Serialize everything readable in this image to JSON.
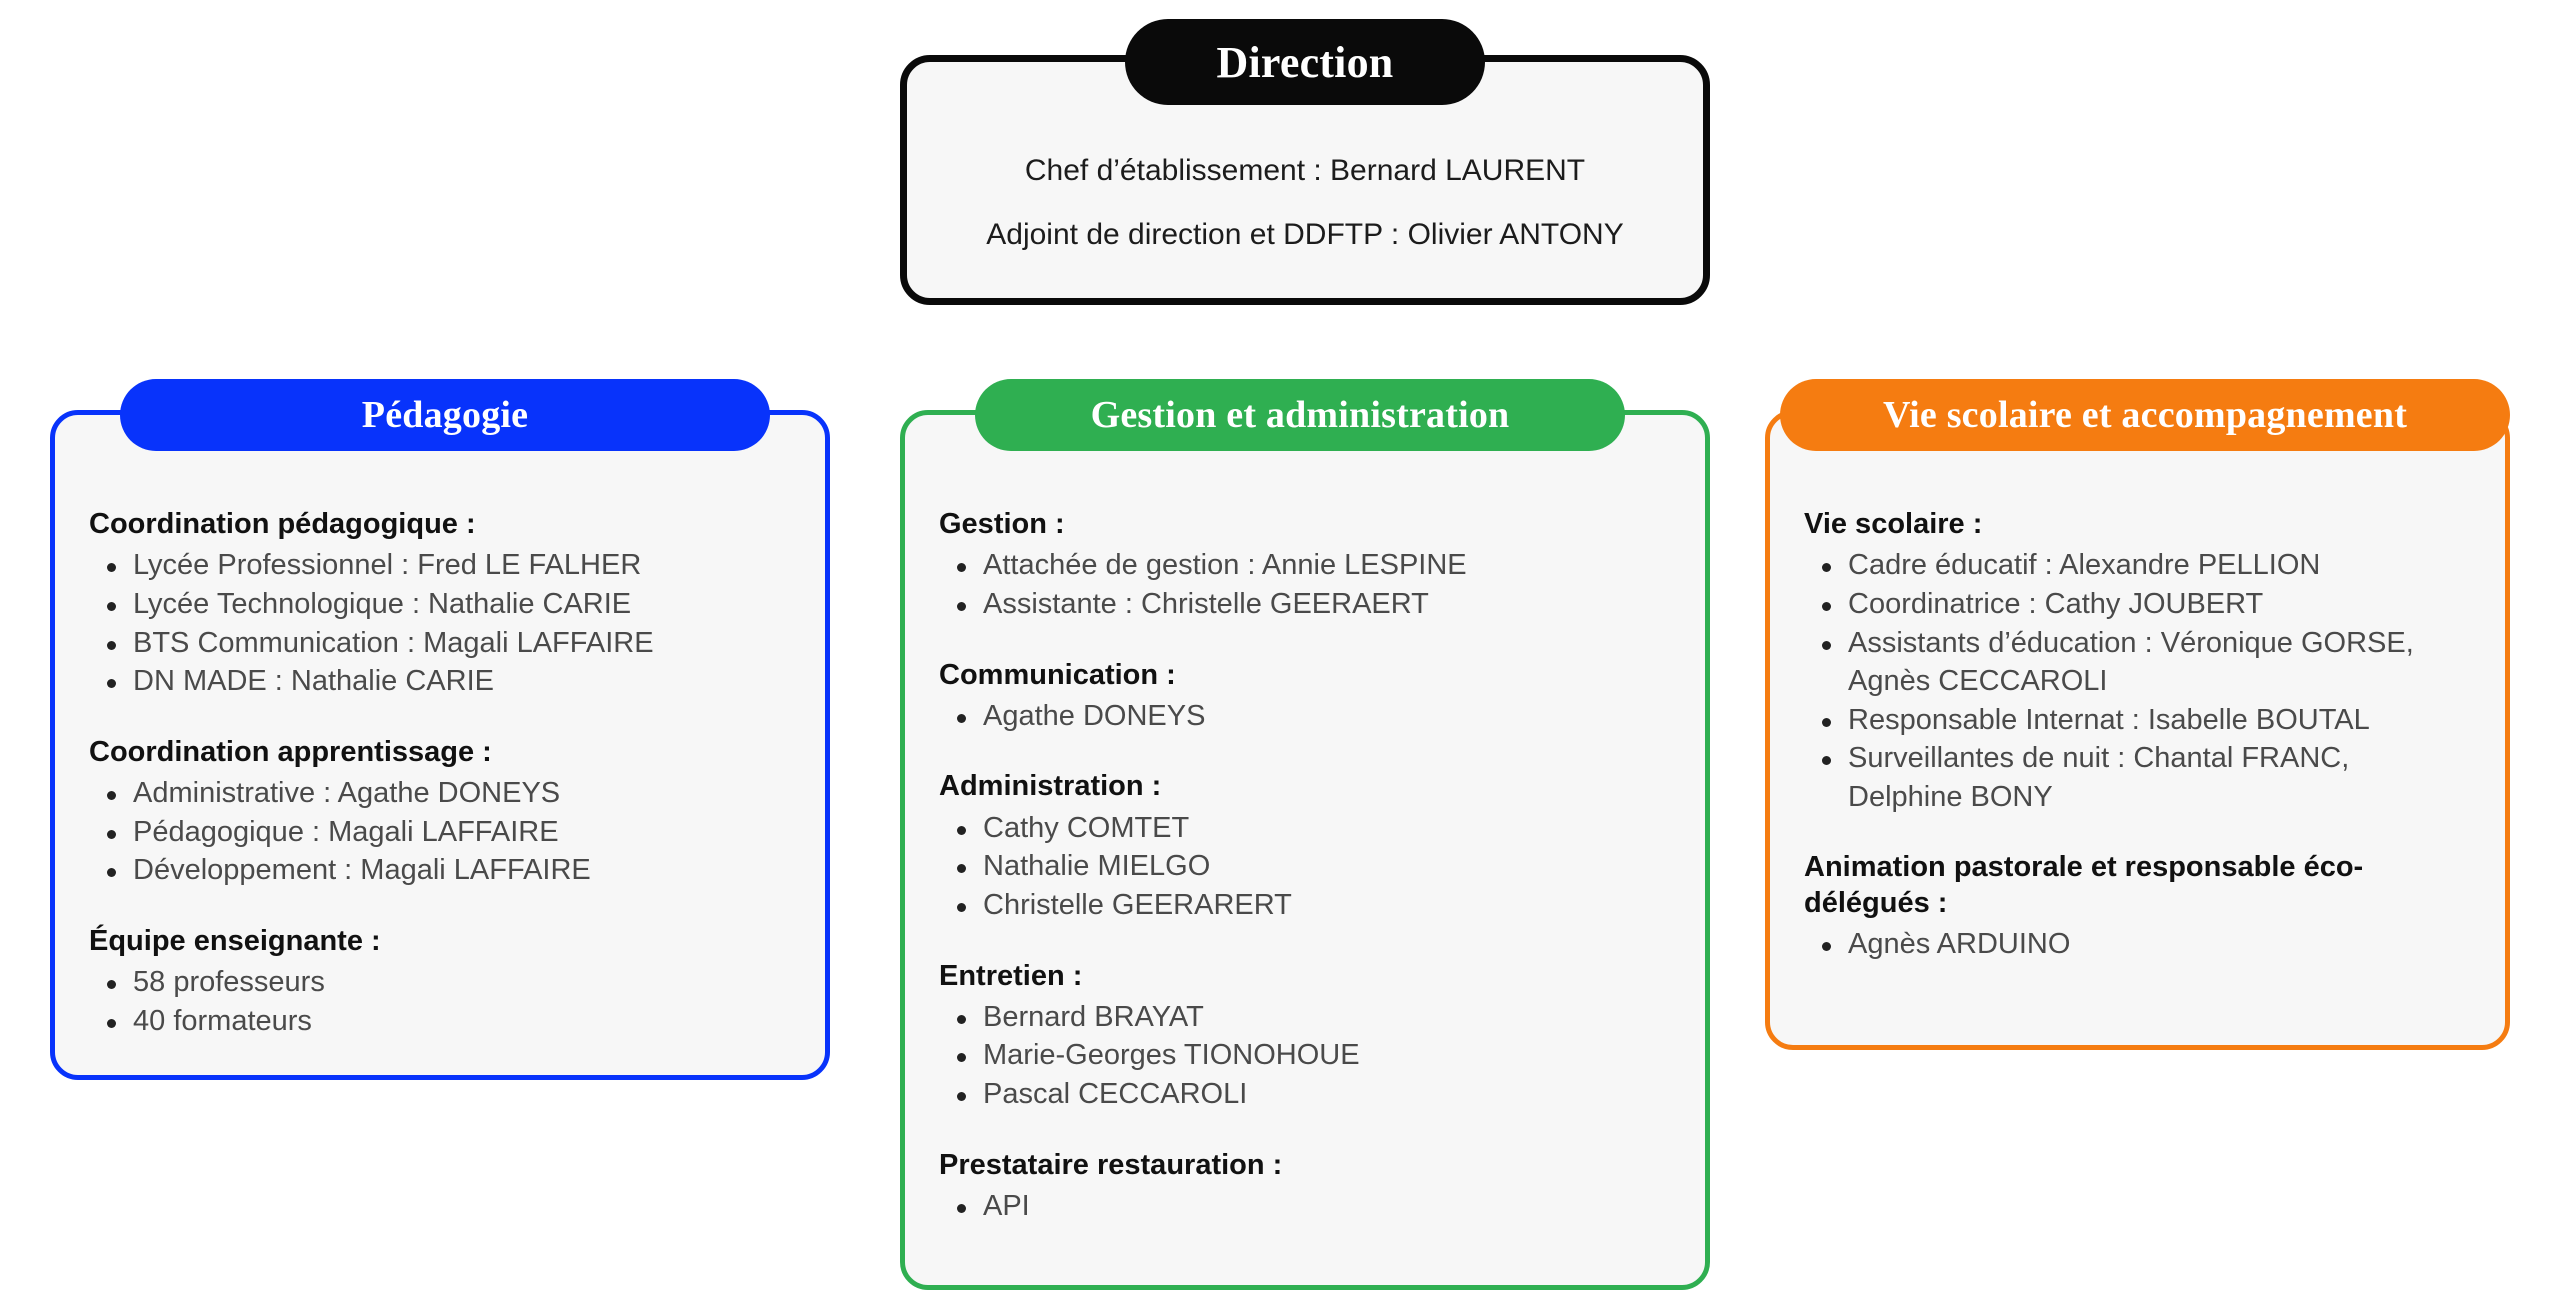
{
  "colors": {
    "direction": "#0A0A0A",
    "pedagogie": "#0833FB",
    "gestion": "#2FAF51",
    "vie_scolaire": "#F57C11",
    "card_background": "#F7F7F7",
    "page_background": "#FFFFFF",
    "body_text": "#4A4A4A",
    "heading_text": "#111111"
  },
  "direction": {
    "title": "Direction",
    "lines": [
      "Chef d’établissement : Bernard LAURENT",
      "Adjoint de direction et DDFTP : Olivier ANTONY"
    ]
  },
  "columns": [
    {
      "id": "pedagogie",
      "title": "Pédagogie",
      "groups": [
        {
          "title": "Coordination pédagogique :",
          "items": [
            "Lycée Professionnel : Fred LE FALHER",
            "Lycée Technologique : Nathalie CARIE",
            "BTS Communication : Magali LAFFAIRE",
            "DN MADE : Nathalie CARIE"
          ]
        },
        {
          "title": "Coordination apprentissage :",
          "items": [
            "Administrative : Agathe DONEYS",
            "Pédagogique : Magali LAFFAIRE",
            "Développement : Magali LAFFAIRE"
          ]
        },
        {
          "title": "Équipe enseignante :",
          "items": [
            "58 professeurs",
            "40 formateurs"
          ]
        }
      ]
    },
    {
      "id": "gestion",
      "title": "Gestion et administration",
      "groups": [
        {
          "title": "Gestion :",
          "items": [
            "Attachée de gestion : Annie LESPINE",
            "Assistante : Christelle GEERAERT"
          ]
        },
        {
          "title": "Communication :",
          "items": [
            "Agathe DONEYS"
          ]
        },
        {
          "title": "Administration :",
          "items": [
            "Cathy COMTET",
            "Nathalie MIELGO",
            "Christelle GEERARERT"
          ]
        },
        {
          "title": "Entretien :",
          "items": [
            "Bernard BRAYAT",
            "Marie-Georges TIONOHOUE",
            "Pascal CECCAROLI"
          ]
        },
        {
          "title": "Prestataire restauration :",
          "items": [
            "API"
          ]
        }
      ]
    },
    {
      "id": "vie_scolaire",
      "title": "Vie scolaire et accompagnement",
      "groups": [
        {
          "title": "Vie scolaire :",
          "items": [
            "Cadre éducatif : Alexandre PELLION",
            "Coordinatrice : Cathy JOUBERT",
            "Assistants d’éducation : Véronique GORSE, Agnès CECCAROLI",
            "Responsable Internat : Isabelle BOUTAL",
            "Surveillantes de nuit : Chantal FRANC, Delphine BONY"
          ]
        },
        {
          "title": "Animation pastorale et responsable éco-délégués :",
          "items": [
            "Agnès ARDUINO"
          ]
        }
      ]
    }
  ]
}
